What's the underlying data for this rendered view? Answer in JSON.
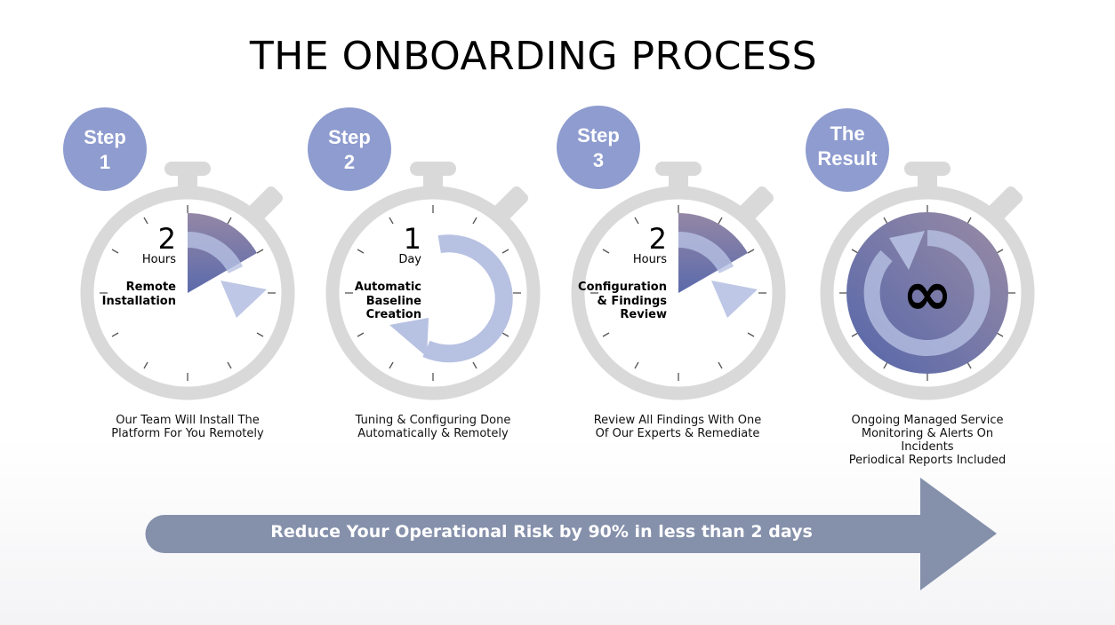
{
  "title": "THE ONBOARDING PROCESS",
  "colors": {
    "bubble": "#8e9ccf",
    "watch": "#d9d9d9",
    "arrow": "#b7c1e2",
    "banner": "#8590ab",
    "wedge_top": "#9487a6",
    "wedge_bottom": "#5b6aab"
  },
  "steps": [
    {
      "badge_line1": "Step",
      "badge_line2": "1",
      "value": "2",
      "unit": "Hours",
      "label_lines": [
        "Remote",
        "Installation"
      ],
      "desc_lines": [
        "Our Team Will Install The",
        "Platform For You Remotely"
      ]
    },
    {
      "badge_line1": "Step",
      "badge_line2": "2",
      "value": "1",
      "unit": "Day",
      "label_lines": [
        "Automatic",
        "Baseline",
        "Creation"
      ],
      "desc_lines": [
        "Tuning & Configuring Done",
        "Automatically & Remotely"
      ]
    },
    {
      "badge_line1": "Step",
      "badge_line2": "3",
      "value": "2",
      "unit": "Hours",
      "label_lines": [
        "Configuration",
        "& Findings",
        "Review"
      ],
      "desc_lines": [
        "Review All Findings With One",
        "Of Our Experts & Remediate"
      ]
    },
    {
      "badge_line1": "The",
      "badge_line2": "Result",
      "symbol": "∞",
      "desc_lines": [
        "Ongoing Managed Service",
        "Monitoring & Alerts On",
        "Incidents",
        "Periodical Reports Included"
      ]
    }
  ],
  "banner": {
    "text": "Reduce Your Operational Risk by 90% in less than 2 days"
  }
}
